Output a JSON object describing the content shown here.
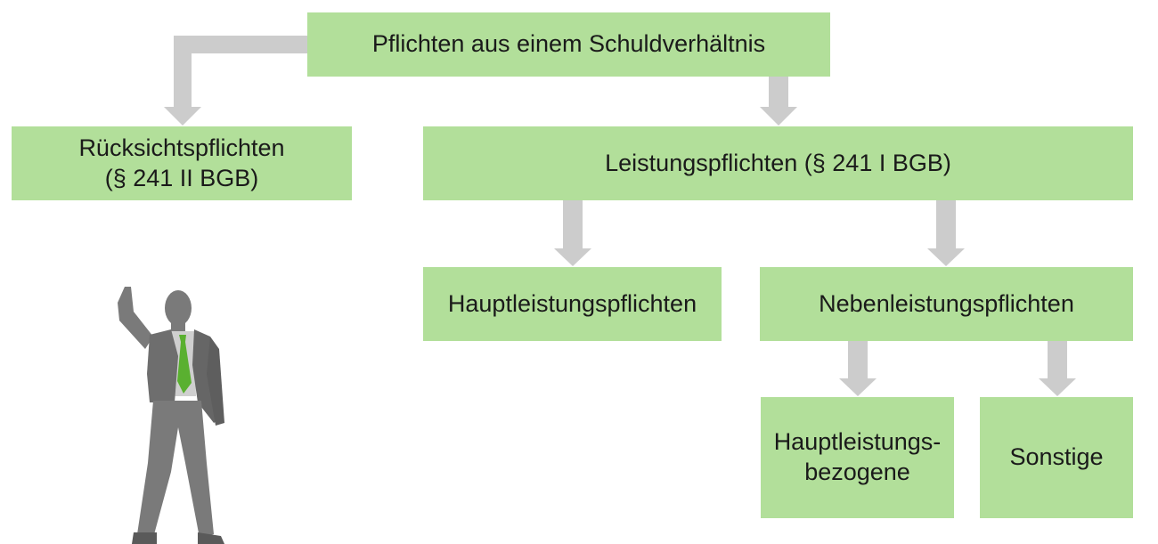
{
  "diagram": {
    "root": "Pflichten aus einem Schuldverhältnis",
    "rueck": {
      "line1": "Rücksichtspflichten",
      "line2": "(§ 241 II BGB)"
    },
    "leist": "Leistungspflichten (§ 241 I BGB)",
    "haupt": "Hauptleistungspflichten",
    "neben": "Nebenleistungspflichten",
    "hbez": {
      "line1": "Hauptleistungs-",
      "line2": "bezogene"
    },
    "sonst": "Sonstige"
  },
  "colors": {
    "box_fill": "#b2df9a",
    "arrow": "#cccccc",
    "figure_dark": "#6e6e6e",
    "figure_mid": "#8a8a8a",
    "tie": "#5ab030"
  }
}
